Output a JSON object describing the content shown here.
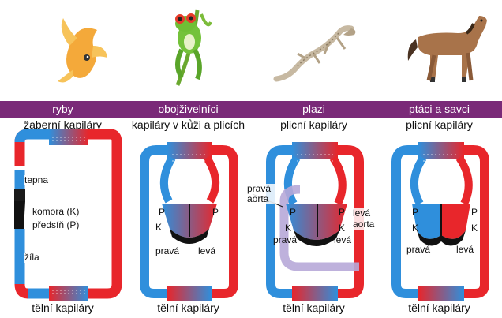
{
  "animals": {
    "fish": "fish-icon",
    "frog": "frog-icon",
    "lizard": "lizard-icon",
    "horse": "horse-icon"
  },
  "colors": {
    "header_band": "#7a2a78",
    "oxygenated": "#e8262b",
    "deoxygenated": "#2f8fdc",
    "heart": "#111111"
  },
  "columns": [
    {
      "title": "ryby",
      "top_label": "žaberní kapiláry",
      "bottom_label": "tělní kapiláry",
      "labels": [
        "tepna",
        "komora (K)",
        "předsíň (P)",
        "žíla"
      ]
    },
    {
      "title": "obojživelníci",
      "top_label": "kapiláry v kůži a plicích",
      "bottom_label": "tělní kapiláry",
      "labels": [
        "P",
        "P",
        "K",
        "pravá",
        "levá"
      ]
    },
    {
      "title": "plazi",
      "top_label": "plicní kapiláry",
      "bottom_label": "tělní kapiláry",
      "labels": [
        "pravá aorta",
        "P",
        "P",
        "K",
        "K",
        "pravá",
        "levá",
        "levá aorta"
      ]
    },
    {
      "title": "ptáci a savci",
      "top_label": "plicní kapiláry",
      "bottom_label": "tělní kapiláry",
      "labels": [
        "P",
        "P",
        "K",
        "K",
        "pravá",
        "levá"
      ]
    }
  ]
}
